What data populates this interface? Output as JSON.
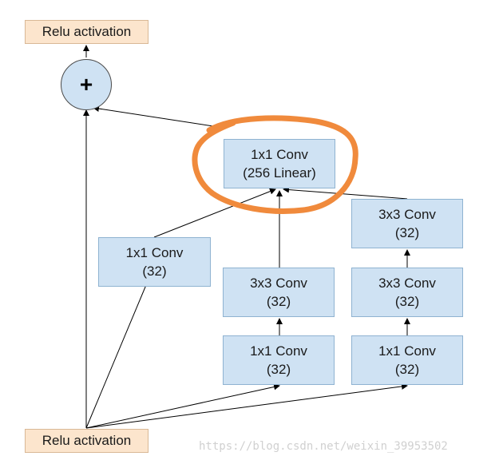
{
  "relu_top": "Relu activation",
  "relu_bottom": "Relu activation",
  "add_symbol": "+",
  "nodes": {
    "final_conv": {
      "line1": "1x1 Conv",
      "line2": "(256 Linear)"
    },
    "branch1_conv": {
      "line1": "1x1 Conv",
      "line2": "(32)"
    },
    "branch2_conv3x3": {
      "line1": "3x3 Conv",
      "line2": "(32)"
    },
    "branch2_conv1x1": {
      "line1": "1x1 Conv",
      "line2": "(32)"
    },
    "branch3_conv3x3_top": {
      "line1": "3x3 Conv",
      "line2": "(32)"
    },
    "branch3_conv3x3_mid": {
      "line1": "3x3 Conv",
      "line2": "(32)"
    },
    "branch3_conv1x1": {
      "line1": "1x1 Conv",
      "line2": "(32)"
    }
  },
  "watermark": "https://blog.csdn.net/weixin_39953502",
  "colors": {
    "conv_fill": "#cfe2f3",
    "relu_fill": "#fce5cd",
    "highlight_ring": "#f08a3c",
    "arrow": "#000000"
  }
}
